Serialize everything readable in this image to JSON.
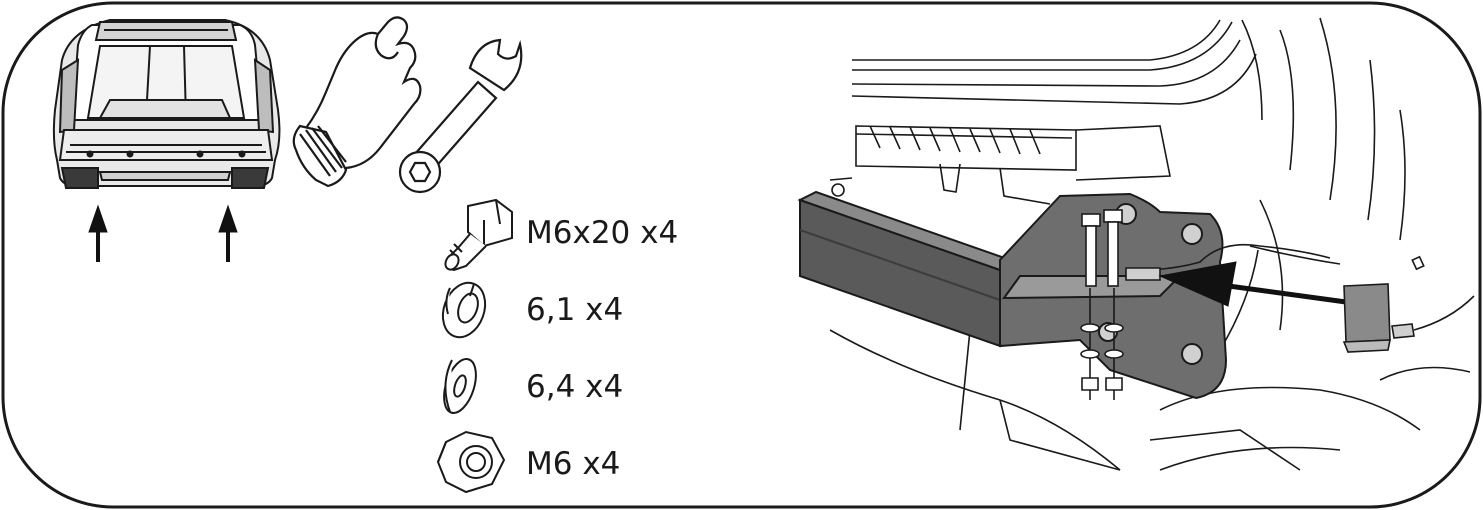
{
  "parts": [
    {
      "id": "bolt",
      "label": "M6x20 x4",
      "icon": "hex-bolt-icon"
    },
    {
      "id": "lock-washer",
      "label": "6,1 x4",
      "icon": "spring-lock-washer-icon"
    },
    {
      "id": "flat-washer",
      "label": "6,4 x4",
      "icon": "flat-washer-icon"
    },
    {
      "id": "nut",
      "label": "M6 x4",
      "icon": "hex-nut-icon"
    }
  ],
  "tools": [
    "protective-glove-icon",
    "open-end-wrench-icon"
  ],
  "colors": {
    "line": "#1a1a1a",
    "bracket": "#6e6e6e",
    "crossmember": "#5a5a5a",
    "arrow": "#111111",
    "sensor": "#888888"
  }
}
